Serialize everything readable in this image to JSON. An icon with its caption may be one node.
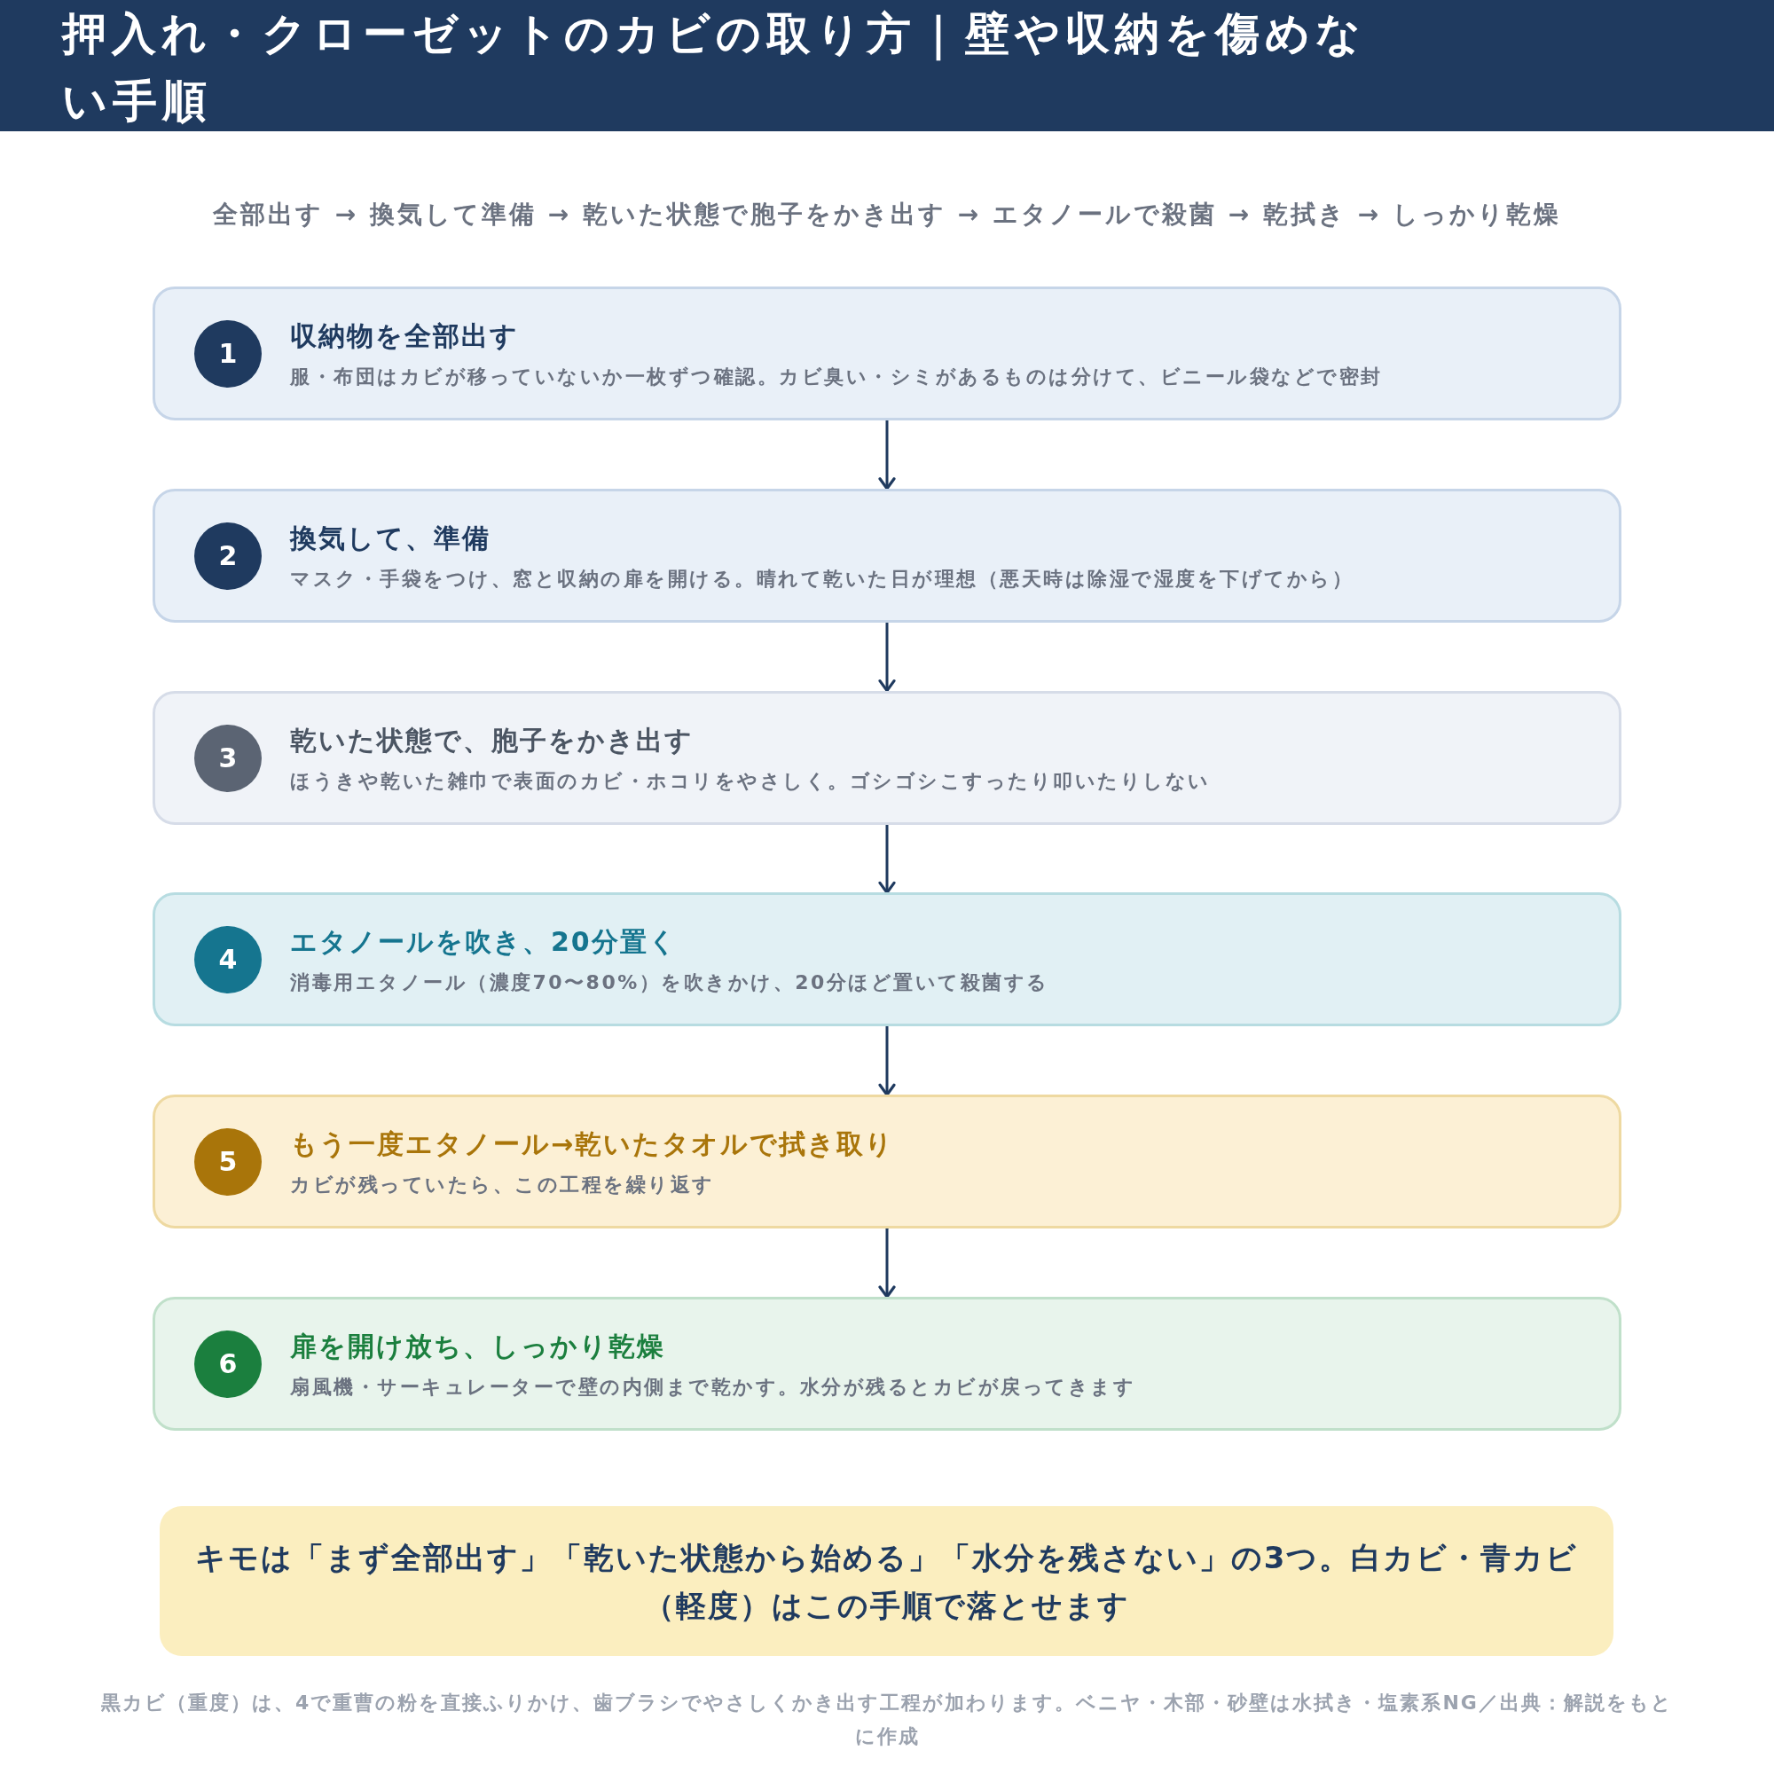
{
  "diagram": {
    "title": "押入れ・クローゼットのカビの取り方｜壁や収納を傷めない手順",
    "nodes": [
      {
        "text": [
          "1",
          "収納物を全部出す",
          "服・布団はカビが移っていないか一枚ずつ確認。カビ臭い・シミがあるものは分けて、ビニール袋などで密封"
        ]
      },
      {
        "text": [
          "2",
          "換気して、準備",
          "マスク・手袋をつけ、窓と収納の扉を開ける。晴れて乾いた日が理想（悪天時は除湿で湿度を下げてから）"
        ]
      },
      {
        "text": [
          "3",
          "乾いた状態で、胞子をかき出す",
          "ほうきや乾いた雑巾で表面のカビ・ホコリをやさしく。ゴシゴシこすったり叩いたりしない"
        ]
      },
      {
        "text": [
          "4",
          "エタノールを吹き、20分置く",
          "消毒用エタノール（濃度70〜80%）を吹きかけ、20分ほど置いて殺菌する"
        ]
      },
      {
        "text": [
          "5",
          "もう一度エタノール→乾いたタオルで拭き取り",
          "カビが残っていたら、この工程を繰り返す"
        ]
      },
      {
        "text": [
          "6",
          "扉を開け放ち、しっかり乾燥",
          "扇風機・サーキュレーターで壁の内側まで乾かす。水分が残るとカビが戻ってきます"
        ]
      },
      {
        "text": [
          "キモは「まず全部出す」「乾いた状態から始める」「水分を残さない」の3つ。白カビ・青カビ（軽度）はこの手順で落とせます"
        ]
      }
    ],
    "edges": [
      {
        "from": 0,
        "to": 1,
        "arrow": "to"
      },
      {
        "from": 1,
        "to": 2,
        "arrow": "to"
      },
      {
        "from": 2,
        "to": 3,
        "arrow": "to"
      },
      {
        "from": 3,
        "to": 4,
        "arrow": "to"
      },
      {
        "from": 4,
        "to": 5,
        "arrow": "to"
      }
    ],
    "labels": [
      "全部出す → 換気して準備 → 乾いた状態で胞子をかき出す → エタノールで殺菌 → 乾拭き → しっかり乾燥",
      "黒カビ（重度）は、4で重曹の粉を直接ふりかけ、歯ブラシでやさしくかき出す工程が加わります。ベニヤ・木部・砂壁は水拭き・塩素系NG／出典：解説をもとに作成"
    ]
  }
}
